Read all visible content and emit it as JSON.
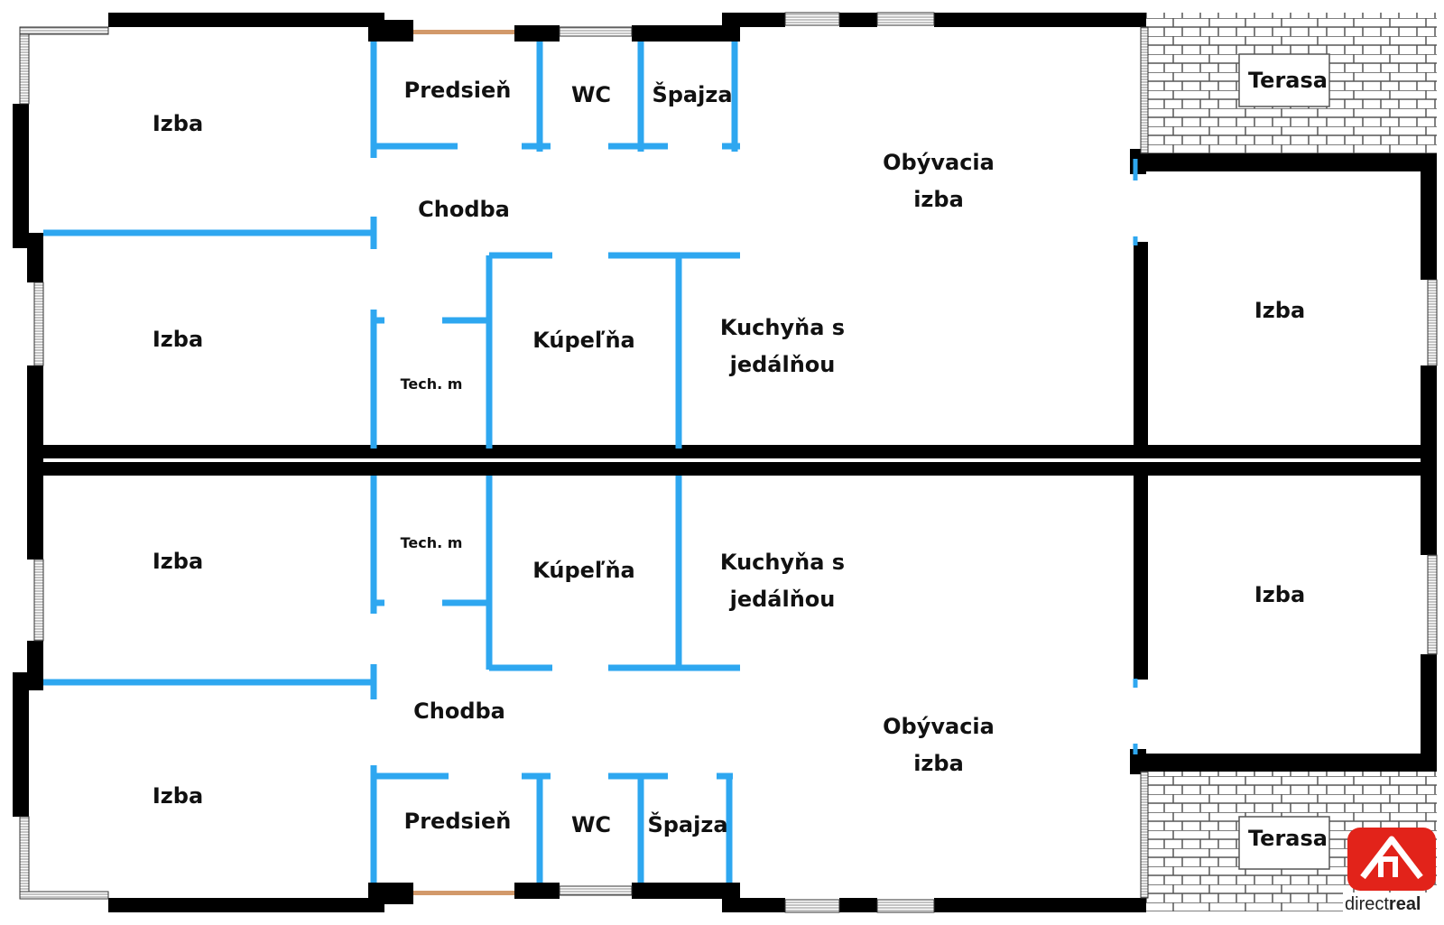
{
  "rooms": {
    "top_izba_nw": "Izba",
    "top_predsien": "Predsieň",
    "top_wc": "WC",
    "top_spajza": "Špajza",
    "top_terasa": "Terasa",
    "top_obyvacia_1": "Obývacia",
    "top_obyvacia_2": "izba",
    "top_chodba": "Chodba",
    "top_izba_w": "Izba",
    "top_tech": "Tech. m",
    "top_kupelna": "Kúpeľňa",
    "top_kuchyna_1": "Kuchyňa s",
    "top_kuchyna_2": "jedálňou",
    "top_izba_e": "Izba",
    "bot_izba_w": "Izba",
    "bot_tech": "Tech. m",
    "bot_kupelna": "Kúpeľňa",
    "bot_kuchyna_1": "Kuchyňa s",
    "bot_kuchyna_2": "jedálňou",
    "bot_izba_e": "Izba",
    "bot_chodba": "Chodba",
    "bot_obyvacia_1": "Obývacia",
    "bot_obyvacia_2": "izba",
    "bot_izba_sw": "Izba",
    "bot_predsien": "Predsieň",
    "bot_wc": "WC",
    "bot_spajza": "Špajza",
    "bot_terasa": "Terasa"
  },
  "logo": {
    "brand_light": "direct",
    "brand_bold": "real",
    "icon": "house-logo-icon"
  },
  "colors": {
    "wall": "#000000",
    "partition": "#2ea7f0",
    "door": "#d2996a",
    "terrace": "#555555",
    "logo": "#e2231a"
  }
}
